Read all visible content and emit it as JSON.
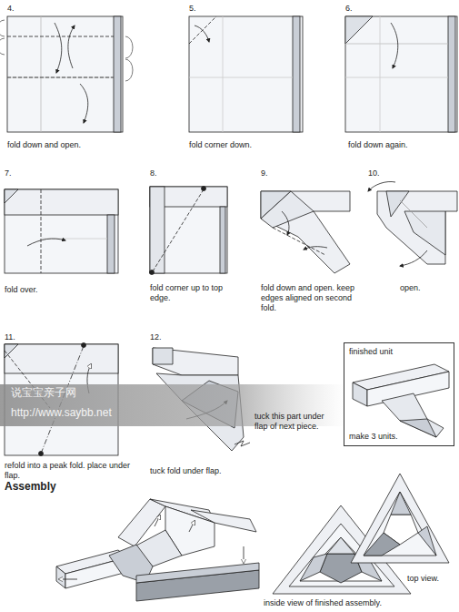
{
  "diagram": {
    "nodes": [
      {
        "text": [
          "finished unit",
          "make 3 units."
        ]
      }
    ],
    "labels": [
      "4.",
      "5.",
      "6.",
      "fold down and open.",
      "fold corner down.",
      "fold down again.",
      "7.",
      "8.",
      "9.",
      "10.",
      "fold over.",
      "fold corner up to top edge.",
      "fold down and open. keep edges aligned on second fold.",
      "open.",
      "11.",
      "12.",
      "refold into a peak fold. place under flap.",
      "tuck fold under flap.",
      "tuck this part under flap of next piece.",
      "Assembly",
      "top view.",
      "inside view of finished assembly.",
      "说宝宝亲子网",
      "http://www.saybb.net"
    ]
  }
}
